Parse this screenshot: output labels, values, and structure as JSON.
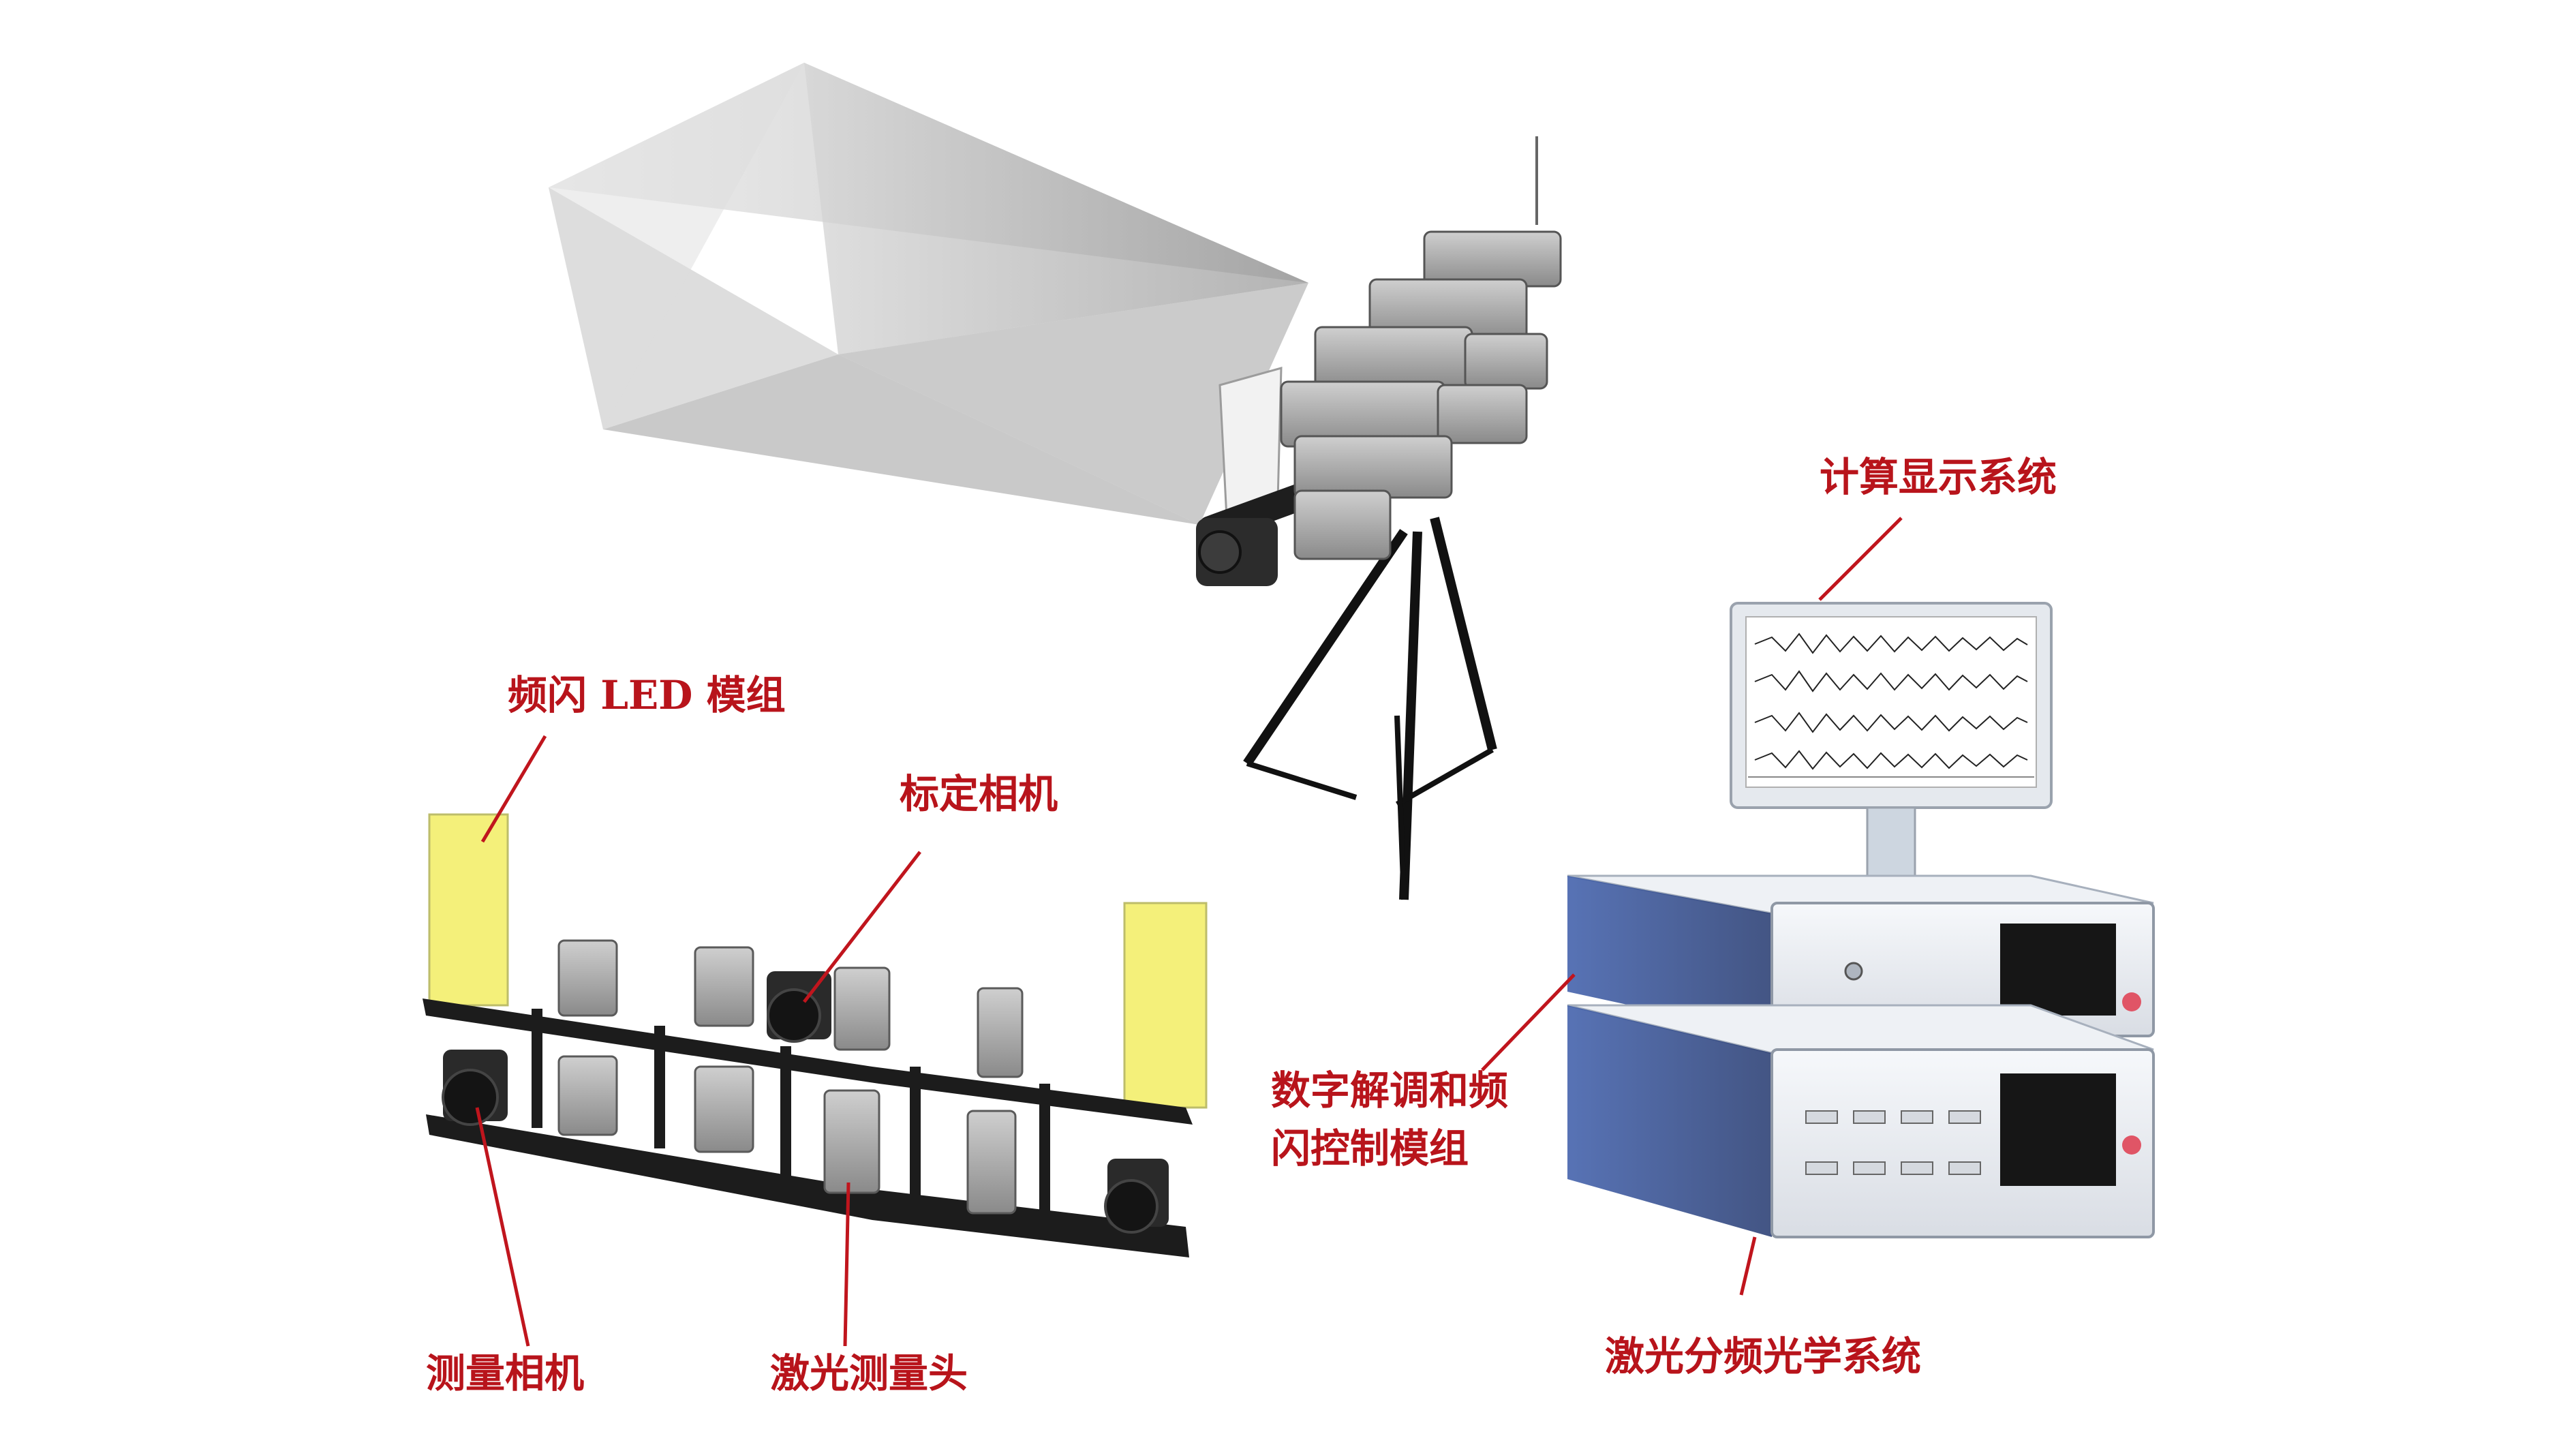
{
  "labels": {
    "strobe_led": "频闪 LED 模组",
    "calib_camera": "标定相机",
    "compute_display": "计算显示系统",
    "demod_ctrl_line1": "数字解调和频",
    "demod_ctrl_line2": "闪控制模组",
    "measure_camera": "测量相机",
    "laser_head": "激光测量头",
    "laser_optics": "激光分频光学系统"
  },
  "colors": {
    "label": "#b8141b",
    "leader": "#c0151d",
    "led_panel": "#f4f07a",
    "chassis": "#e9edf2",
    "chassis_accent": "#2f4a8c",
    "rail": "#1c1c1c"
  }
}
